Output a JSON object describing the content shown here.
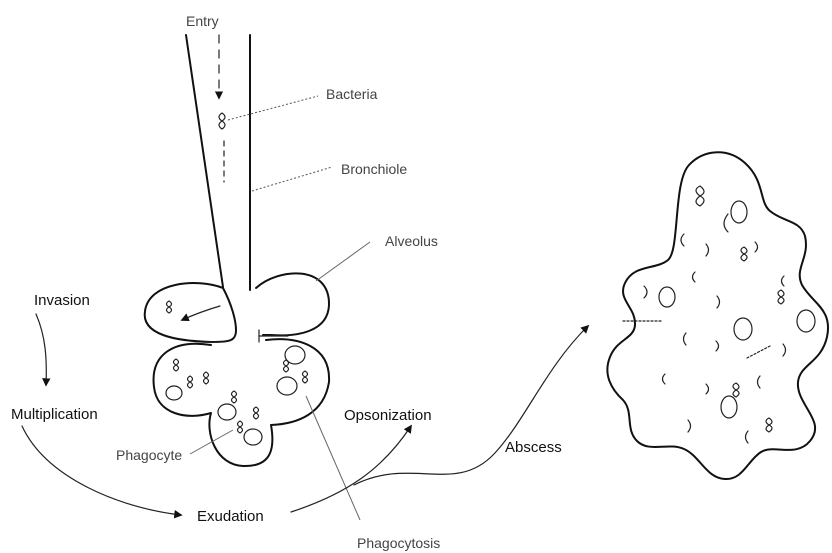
{
  "labels": {
    "entry": "Entry",
    "bacteria": "Bacteria",
    "bronchiole": "Bronchiole",
    "alveolus": "Alveolus",
    "invasion": "Invasion",
    "multiplication": "Multiplication",
    "phagocyte": "Phagocyte",
    "exudation": "Exudation",
    "opsonization": "Opsonization",
    "abscess": "Abscess",
    "phagocytosis": "Phagocytosis"
  },
  "colors": {
    "ink": "#111111",
    "faint_label": "#444444",
    "background": "#ffffff"
  }
}
